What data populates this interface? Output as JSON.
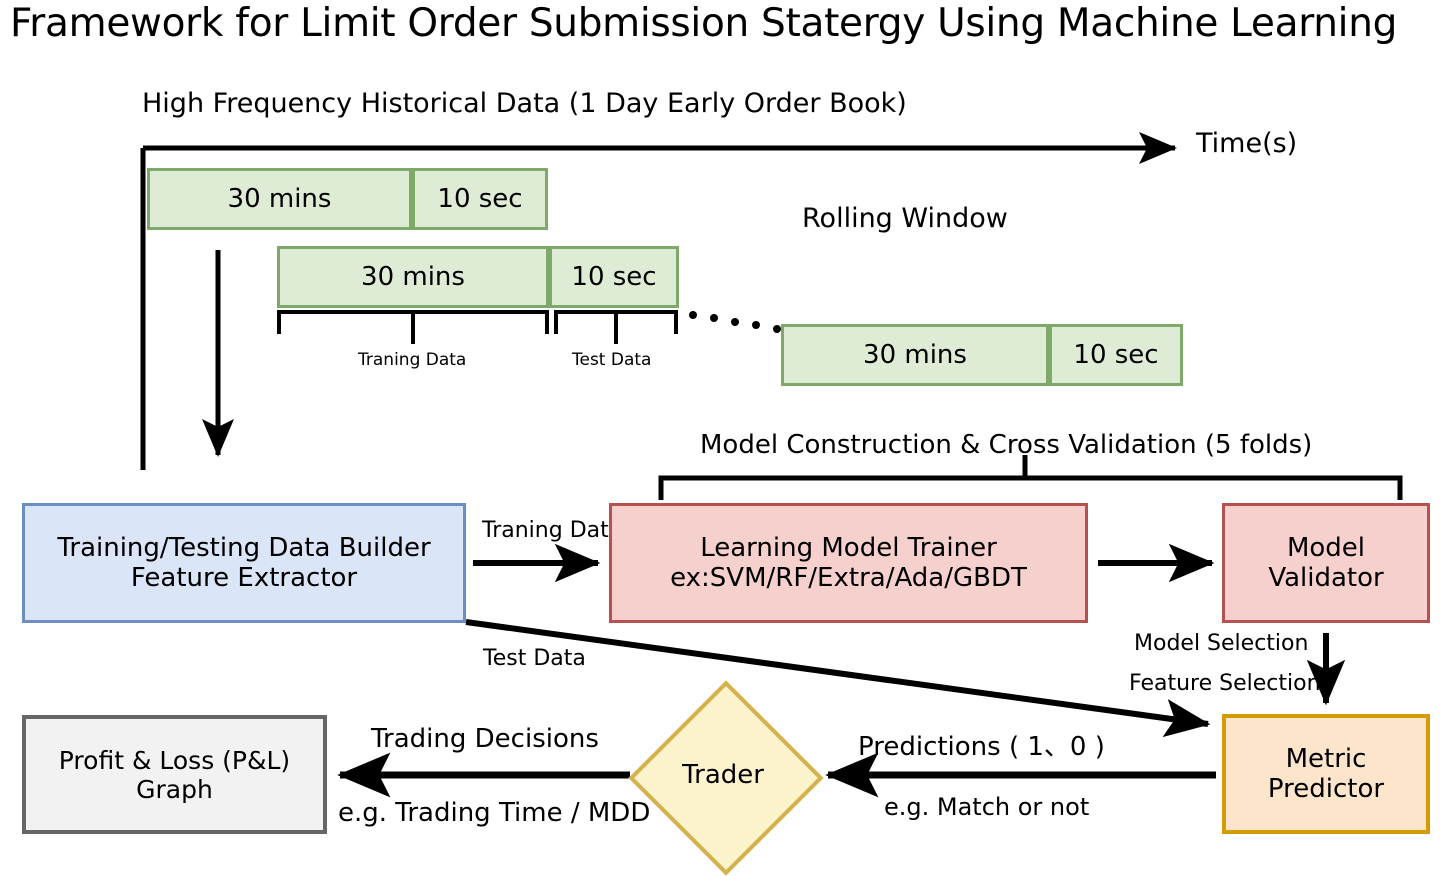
{
  "title": "Framework for Limit Order Submission Statergy Using Machine Learning",
  "timeline": {
    "caption": "High Frequency Historical Data (1 Day Early Order Book)",
    "axis_label": "Time(s)",
    "rolling_label": "Rolling Window",
    "windows": [
      {
        "train": "30 mins",
        "test": "10 sec"
      },
      {
        "train": "30 mins",
        "test": "10 sec"
      },
      {
        "train": "30 mins",
        "test": "10 sec"
      }
    ],
    "bracket_labels": {
      "training": "Traning Data",
      "test": "Test Data"
    },
    "ellipsis": "• • • •"
  },
  "boxes": {
    "builder": {
      "line1": "Training/Testing Data Builder",
      "line2": "Feature Extractor",
      "fill": "#dae5f7",
      "stroke": "#6d8ec2"
    },
    "trainer": {
      "line1": "Learning Model Trainer",
      "line2": "ex:SVM/RF/Extra/Ada/GBDT",
      "fill": "#f6d0cd",
      "stroke": "#b75150"
    },
    "validator": {
      "line1": "Model",
      "line2": "Validator",
      "fill": "#f6d0cd",
      "stroke": "#b75150"
    },
    "metric": {
      "line1": "Metric",
      "line2": "Predictor",
      "fill": "#fce5cb",
      "stroke": "#d59b05"
    },
    "pnl": {
      "line1": "Profit & Loss (P&L)",
      "line2": "Graph",
      "fill": "#f2f2f2",
      "stroke": "#666666"
    },
    "trader": {
      "label": "Trader",
      "fill": "#fcf2cc",
      "stroke": "#d6b24e"
    }
  },
  "edges": {
    "training_data": "Traning Data",
    "test_data": "Test Data",
    "cross_validation": "Model Construction & Cross Validation (5 folds)",
    "model_selection": "Model Selection",
    "feature_selection": "Feature Selection",
    "predictions": "Predictions ( 1、0 )",
    "match_or_not": "e.g. Match or not",
    "trading_decisions": "Trading Decisions",
    "trading_time_mdd": "e.g. Trading Time / MDD"
  }
}
